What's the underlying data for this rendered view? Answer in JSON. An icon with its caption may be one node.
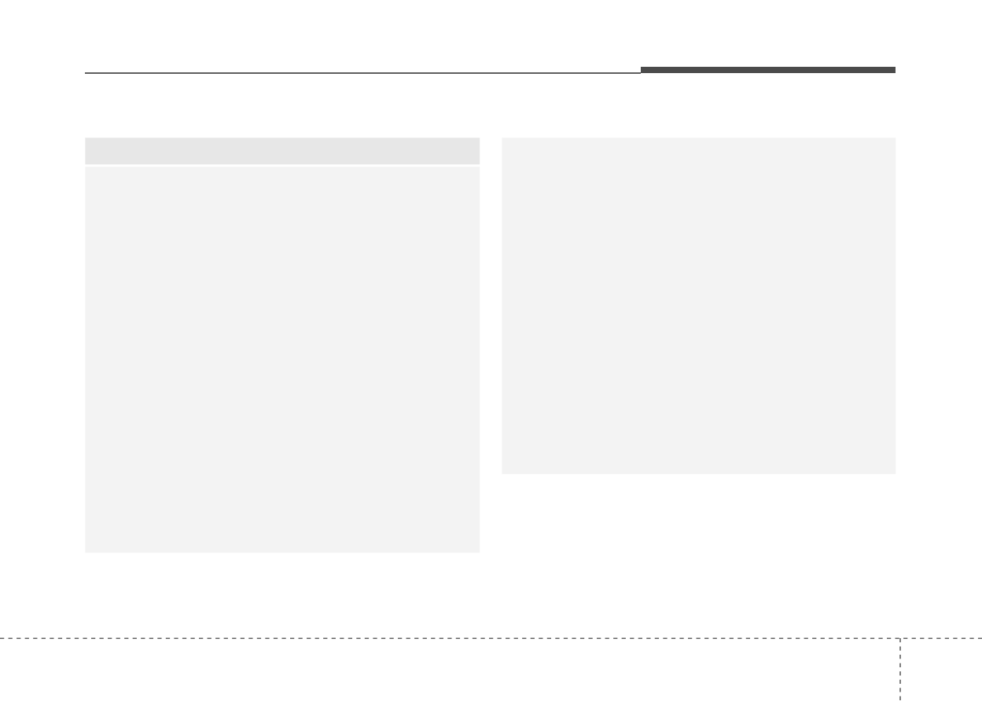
{
  "diagram": {
    "nodes": [
      {
        "text": [],
        "shape": "band"
      },
      {
        "text": [],
        "shape": "box"
      },
      {
        "text": [],
        "shape": "box"
      }
    ]
  }
}
